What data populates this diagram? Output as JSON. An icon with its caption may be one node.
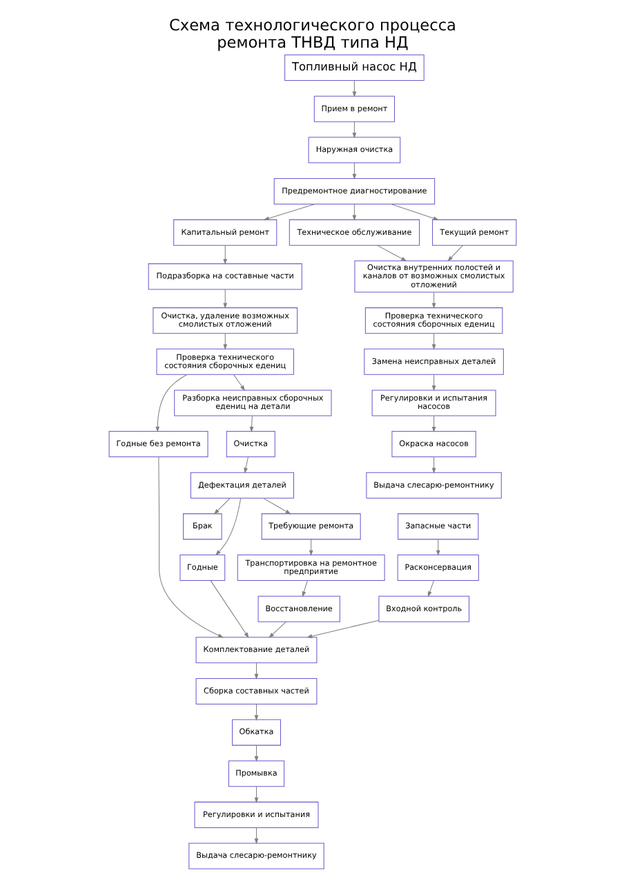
{
  "diagram": {
    "title": "Схема технологического процесса ремонта ТНВД типа НД",
    "nodes": [
      {
        "text": [
          "Топливный насос НД"
        ]
      },
      {
        "text": [
          "Прием в ремонт"
        ]
      },
      {
        "text": [
          "Наружная очистка"
        ]
      },
      {
        "text": [
          "Предремонтное диагностирование"
        ]
      },
      {
        "text": [
          "Капитальный ремонт"
        ]
      },
      {
        "text": [
          "Техническое обслуживание"
        ]
      },
      {
        "text": [
          "Текущий ремонт"
        ]
      },
      {
        "text": [
          "Подразборка на составные части"
        ]
      },
      {
        "text": [
          "Очистка, удаление возможных смолистых отложений"
        ]
      },
      {
        "text": [
          "Очистка внутренних полостей и каналов от возможных смолистых отложений"
        ]
      },
      {
        "text": [
          "Проверка технического состояния сборочных едениц"
        ]
      },
      {
        "text": [
          "Годные без ремонта"
        ]
      },
      {
        "text": [
          "Разборка неисправных сборочных едениц на детали"
        ]
      },
      {
        "text": [
          "Проверка технического состояния сборочных едениц"
        ]
      },
      {
        "text": [
          "Очистка"
        ]
      },
      {
        "text": [
          "Брак"
        ]
      },
      {
        "text": [
          "Дефектация деталей"
        ]
      },
      {
        "text": [
          "Замена неисправных деталей"
        ]
      },
      {
        "text": [
          "Годные"
        ]
      },
      {
        "text": [
          "Требующие ремонта"
        ]
      },
      {
        "text": [
          "Транспортировка на ремонтное предприятие"
        ]
      },
      {
        "text": [
          "Комплектование деталей"
        ]
      },
      {
        "text": [
          "Регулировки и испытания насосов"
        ]
      },
      {
        "text": [
          "Восстановление"
        ]
      },
      {
        "text": [
          "Сборка составных частей"
        ]
      },
      {
        "text": [
          "Окраска насосов"
        ]
      },
      {
        "text": [
          "Обкатка"
        ]
      },
      {
        "text": [
          "Входной контроль"
        ]
      },
      {
        "text": [
          "Промывка"
        ]
      },
      {
        "text": [
          "Выдача слесарю-ремонтнику"
        ]
      },
      {
        "text": [
          "Расконсервация"
        ]
      },
      {
        "text": [
          "Регулировки и испытания"
        ]
      },
      {
        "text": [
          "Запасные части"
        ]
      },
      {
        "text": [
          "Выдача слесарю-ремонтнику"
        ]
      }
    ],
    "edges": [
      {
        "from": 0,
        "to": 1,
        "arrow": "to"
      },
      {
        "from": 1,
        "to": 2,
        "arrow": "to"
      },
      {
        "from": 2,
        "to": 3,
        "arrow": "to"
      },
      {
        "from": 3,
        "to": 4,
        "arrow": "to"
      },
      {
        "from": 3,
        "to": 5,
        "arrow": "to"
      },
      {
        "from": 3,
        "to": 6,
        "arrow": "to"
      },
      {
        "from": 4,
        "to": 7,
        "arrow": "to"
      },
      {
        "from": 7,
        "to": 8,
        "arrow": "to"
      },
      {
        "from": 8,
        "to": 10,
        "arrow": "to"
      },
      {
        "from": 10,
        "to": 11,
        "arrow": "to"
      },
      {
        "from": 10,
        "to": 12,
        "arrow": "to"
      },
      {
        "from": 12,
        "to": 14,
        "arrow": "to"
      },
      {
        "from": 14,
        "to": 16,
        "arrow": "to"
      },
      {
        "from": 16,
        "to": 15,
        "arrow": "to"
      },
      {
        "from": 16,
        "to": 18,
        "arrow": "to"
      },
      {
        "from": 16,
        "to": 19,
        "arrow": "to"
      },
      {
        "from": 18,
        "to": 21,
        "arrow": "to"
      },
      {
        "from": 19,
        "to": 20,
        "arrow": "to"
      },
      {
        "from": 20,
        "to": 23,
        "arrow": "to"
      },
      {
        "from": 23,
        "to": 21,
        "arrow": "to"
      },
      {
        "from": 11,
        "to": 21,
        "arrow": "to"
      },
      {
        "from": 27,
        "to": 21,
        "arrow": "to"
      },
      {
        "from": 21,
        "to": 24,
        "arrow": "to"
      },
      {
        "from": 24,
        "to": 26,
        "arrow": "to"
      },
      {
        "from": 26,
        "to": 28,
        "arrow": "to"
      },
      {
        "from": 28,
        "to": 31,
        "arrow": "to"
      },
      {
        "from": 31,
        "to": 33,
        "arrow": "to"
      },
      {
        "from": 32,
        "to": 30,
        "arrow": "to"
      },
      {
        "from": 30,
        "to": 27,
        "arrow": "to"
      },
      {
        "from": 5,
        "to": 9,
        "arrow": "to"
      },
      {
        "from": 6,
        "to": 9,
        "arrow": "to"
      },
      {
        "from": 9,
        "to": 13,
        "arrow": "to"
      },
      {
        "from": 13,
        "to": 17,
        "arrow": "to"
      },
      {
        "from": 17,
        "to": 22,
        "arrow": "to"
      },
      {
        "from": 22,
        "to": 25,
        "arrow": "to"
      },
      {
        "from": 25,
        "to": 29,
        "arrow": "to"
      }
    ]
  }
}
